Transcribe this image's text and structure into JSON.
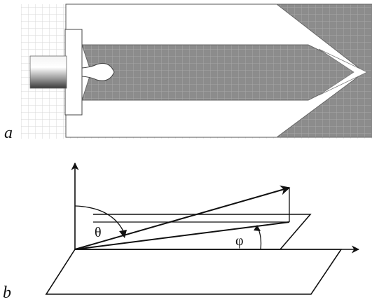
{
  "panel_a": {
    "label": "a"
  },
  "panel_b": {
    "label": "b",
    "theta_symbol": "θ",
    "phi_symbol": "φ"
  },
  "colors": {
    "background": "#ffffff",
    "grid_light": "#d9d9d9",
    "fill_gray": "#8c8c8c",
    "grid_on_gray": "#a6a6a6",
    "outline": "#111111"
  }
}
